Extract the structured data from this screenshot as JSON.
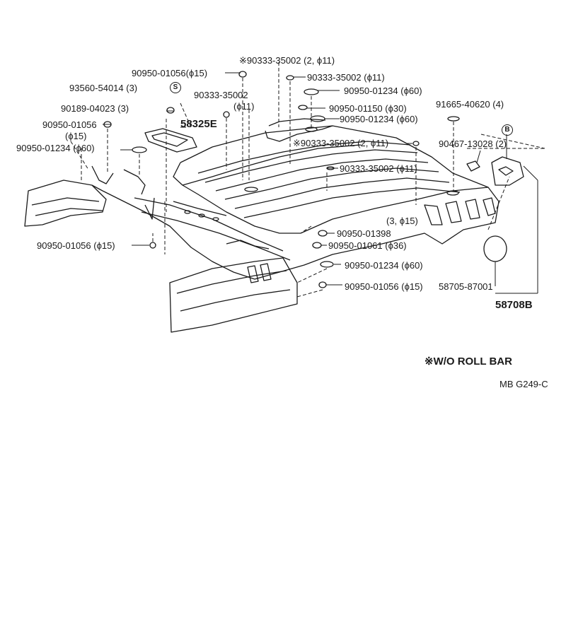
{
  "callouts": [
    {
      "id": "c1",
      "text": "※90333-35002 (2, ϕ11)"
    },
    {
      "id": "c2",
      "text": "90950-01056(ϕ15)"
    },
    {
      "id": "c3",
      "text": "90333-35002 (ϕ11)"
    },
    {
      "id": "c4",
      "text": "93560-54014 (3)"
    },
    {
      "id": "c5",
      "text": "90950-01234 (ϕ60)"
    },
    {
      "id": "c6",
      "text": "90333-35002"
    },
    {
      "id": "c7",
      "text": "(ϕ11)"
    },
    {
      "id": "c8",
      "text": "90189-04023 (3)"
    },
    {
      "id": "c9",
      "text": "90950-01150 (ϕ30)"
    },
    {
      "id": "c10",
      "text": "90950-01056"
    },
    {
      "id": "c11",
      "text": "(ϕ15)"
    },
    {
      "id": "c12",
      "text": "58325E"
    },
    {
      "id": "c13",
      "text": "90950-01234 (ϕ60)"
    },
    {
      "id": "c14",
      "text": "90950-01234 (ϕ60)"
    },
    {
      "id": "c15",
      "text": "※90333-35002 (2, ϕ11)"
    },
    {
      "id": "c16",
      "text": "90333-35002 (ϕ11)"
    },
    {
      "id": "c17",
      "text": "91665-40620 (4)"
    },
    {
      "id": "c18",
      "text": "90467-13028 (2)"
    },
    {
      "id": "c19",
      "text": "(3, ϕ15)"
    },
    {
      "id": "c20",
      "text": "90950-01398"
    },
    {
      "id": "c21",
      "text": "90950-01056 (ϕ15)"
    },
    {
      "id": "c22",
      "text": "90950-01061 (ϕ36)"
    },
    {
      "id": "c23",
      "text": "90950-01234 (ϕ60)"
    },
    {
      "id": "c24",
      "text": "90950-01056 (ϕ15)"
    },
    {
      "id": "c25",
      "text": "58705-87001"
    },
    {
      "id": "c26",
      "text": "58708B"
    }
  ],
  "symbols": {
    "s_mark": "S",
    "b_mark": "B"
  },
  "footnote": "※W/O ROLL BAR",
  "figure_code": "MB G249-C"
}
